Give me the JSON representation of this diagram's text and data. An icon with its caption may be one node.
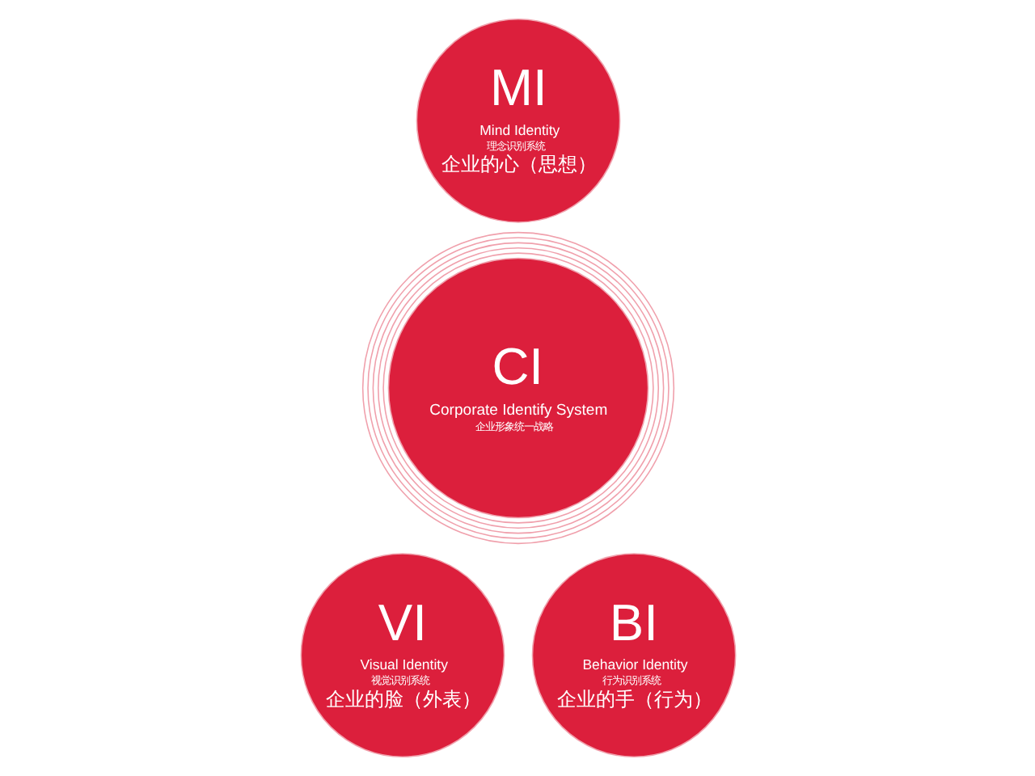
{
  "diagram": {
    "nodes": [
      {
        "text": [
          "MI",
          "Mind Identity",
          "理念识别系统",
          "企业的心（思想）"
        ]
      },
      {
        "text": [
          "CI",
          "Corporate Identify System",
          "企业形象统一战略"
        ]
      },
      {
        "text": [
          "VI",
          "Visual Identity",
          "视觉识别系统",
          "企业的脸（外表）"
        ]
      },
      {
        "text": [
          "BI",
          "Behavior Identity",
          "行为识别系统",
          "企业的手（行为）"
        ]
      }
    ]
  }
}
